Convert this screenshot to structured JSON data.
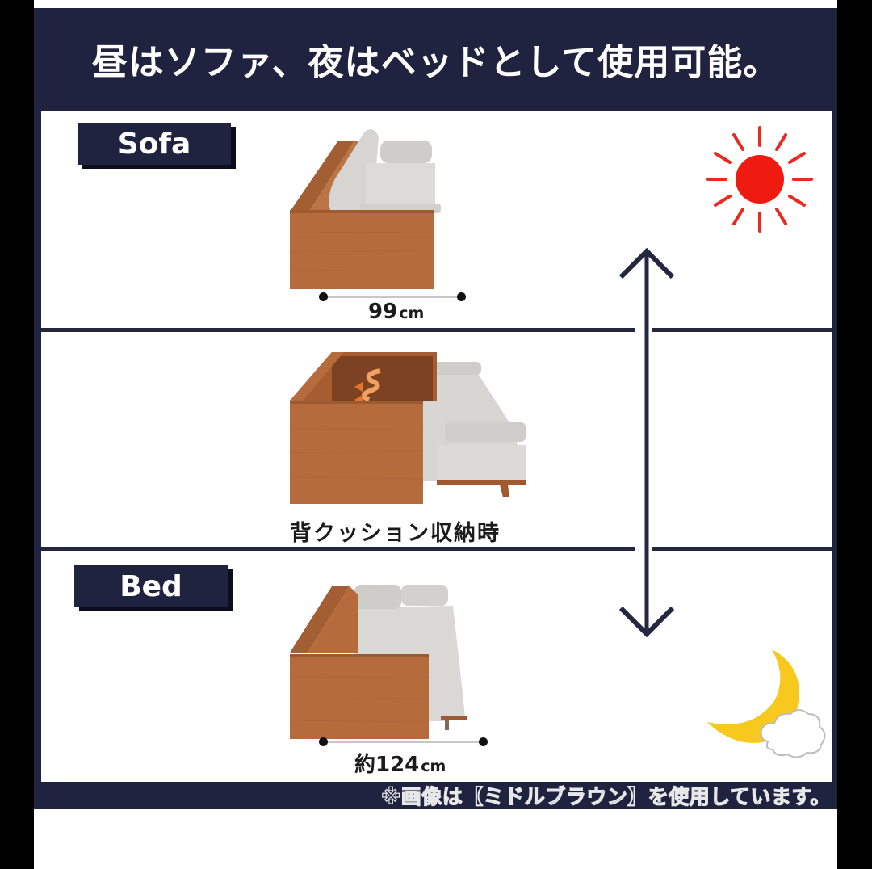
{
  "header": {
    "title": "昼はソファ、夜はベッドとして使用可能。"
  },
  "sections": [
    {
      "id": "sofa",
      "badge": "Sofa",
      "dimension": {
        "value": "99",
        "unit": "cm"
      },
      "icon": "sun-icon"
    },
    {
      "id": "storage",
      "caption": "背クッション収納時"
    },
    {
      "id": "bed",
      "badge": "Bed",
      "dimension": {
        "value": "約124",
        "unit": "cm"
      },
      "icon": "moon-cloud-icon"
    }
  ],
  "transition_arrow": "double-arrow-vertical-icon",
  "footer": {
    "note": "※画像は【ミドルブラウン】を使用しています。"
  },
  "colors": {
    "navy": "#1f2340",
    "wood": "#b0673a",
    "cushion": "#d6d4d1",
    "sun": "#f01b10",
    "moon": "#f7c81e"
  }
}
